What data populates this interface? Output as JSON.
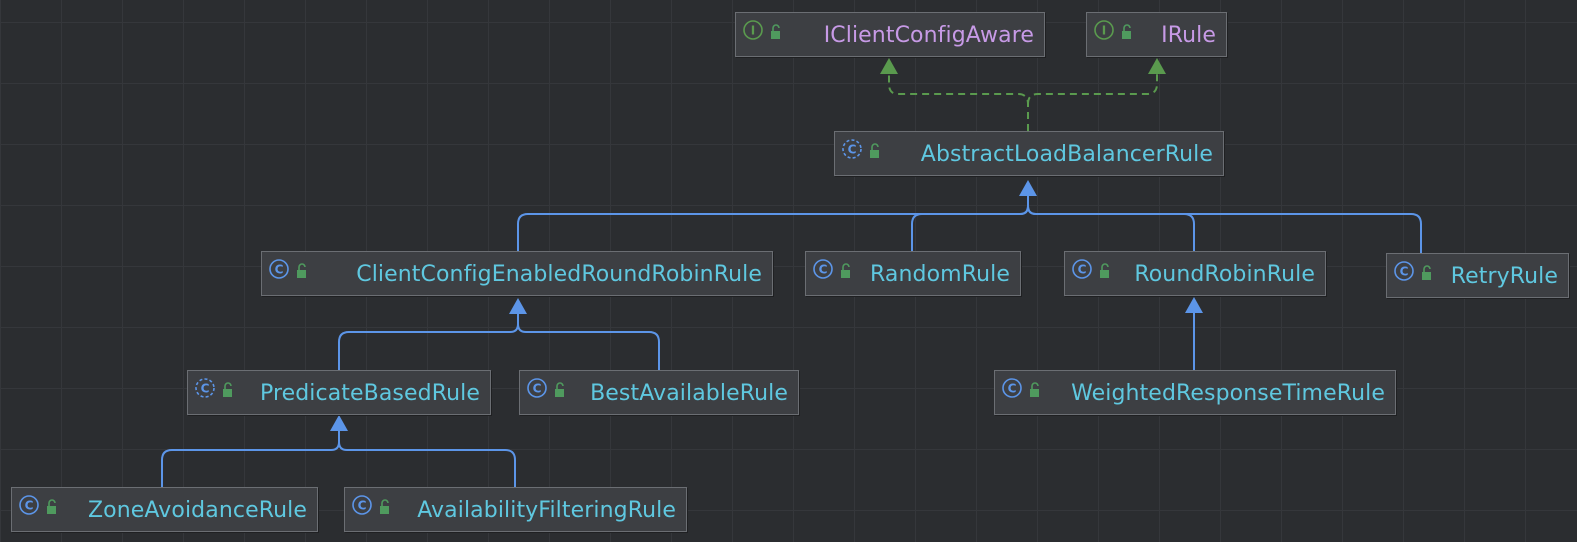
{
  "colors": {
    "background": "#2b2d30",
    "node_fill": "#3d3f43",
    "node_border": "#6b6e73",
    "interface_text": "#c79ae6",
    "class_text": "#5fc8e0",
    "inheritance_edge": "#5c95e8",
    "realization_edge": "#5a9a4e"
  },
  "nodes": {
    "iclientconfigaware": {
      "name": "IClientConfigAware",
      "kind": "interface",
      "icon": "interface-icon"
    },
    "irule": {
      "name": "IRule",
      "kind": "interface",
      "icon": "interface-icon"
    },
    "abstractloadbalancerrule": {
      "name": "AbstractLoadBalancerRule",
      "kind": "abstract-class",
      "icon": "abstract-class-icon"
    },
    "clientconfigenabledroundrobinrule": {
      "name": "ClientConfigEnabledRoundRobinRule",
      "kind": "class",
      "icon": "class-icon"
    },
    "randomrule": {
      "name": "RandomRule",
      "kind": "class",
      "icon": "class-icon"
    },
    "roundrobinrule": {
      "name": "RoundRobinRule",
      "kind": "class",
      "icon": "class-icon"
    },
    "retryrule": {
      "name": "RetryRule",
      "kind": "class",
      "icon": "class-icon"
    },
    "predicatebasedrule": {
      "name": "PredicateBasedRule",
      "kind": "abstract-class",
      "icon": "abstract-class-icon"
    },
    "bestavailablerule": {
      "name": "BestAvailableRule",
      "kind": "class",
      "icon": "class-icon"
    },
    "weightedresponsetimerule": {
      "name": "WeightedResponseTimeRule",
      "kind": "class",
      "icon": "class-icon"
    },
    "zoneavoidancerule": {
      "name": "ZoneAvoidanceRule",
      "kind": "class",
      "icon": "class-icon"
    },
    "availabilityfilteringrule": {
      "name": "AvailabilityFilteringRule",
      "kind": "class",
      "icon": "class-icon"
    }
  },
  "edges": [
    {
      "from": "abstractloadbalancerrule",
      "to": "iclientconfigaware",
      "type": "realization"
    },
    {
      "from": "abstractloadbalancerrule",
      "to": "irule",
      "type": "realization"
    },
    {
      "from": "clientconfigenabledroundrobinrule",
      "to": "abstractloadbalancerrule",
      "type": "inheritance"
    },
    {
      "from": "randomrule",
      "to": "abstractloadbalancerrule",
      "type": "inheritance"
    },
    {
      "from": "roundrobinrule",
      "to": "abstractloadbalancerrule",
      "type": "inheritance"
    },
    {
      "from": "retryrule",
      "to": "abstractloadbalancerrule",
      "type": "inheritance"
    },
    {
      "from": "predicatebasedrule",
      "to": "clientconfigenabledroundrobinrule",
      "type": "inheritance"
    },
    {
      "from": "bestavailablerule",
      "to": "clientconfigenabledroundrobinrule",
      "type": "inheritance"
    },
    {
      "from": "weightedresponsetimerule",
      "to": "roundrobinrule",
      "type": "inheritance"
    },
    {
      "from": "zoneavoidancerule",
      "to": "predicatebasedrule",
      "type": "inheritance"
    },
    {
      "from": "availabilityfilteringrule",
      "to": "predicatebasedrule",
      "type": "inheritance"
    }
  ]
}
